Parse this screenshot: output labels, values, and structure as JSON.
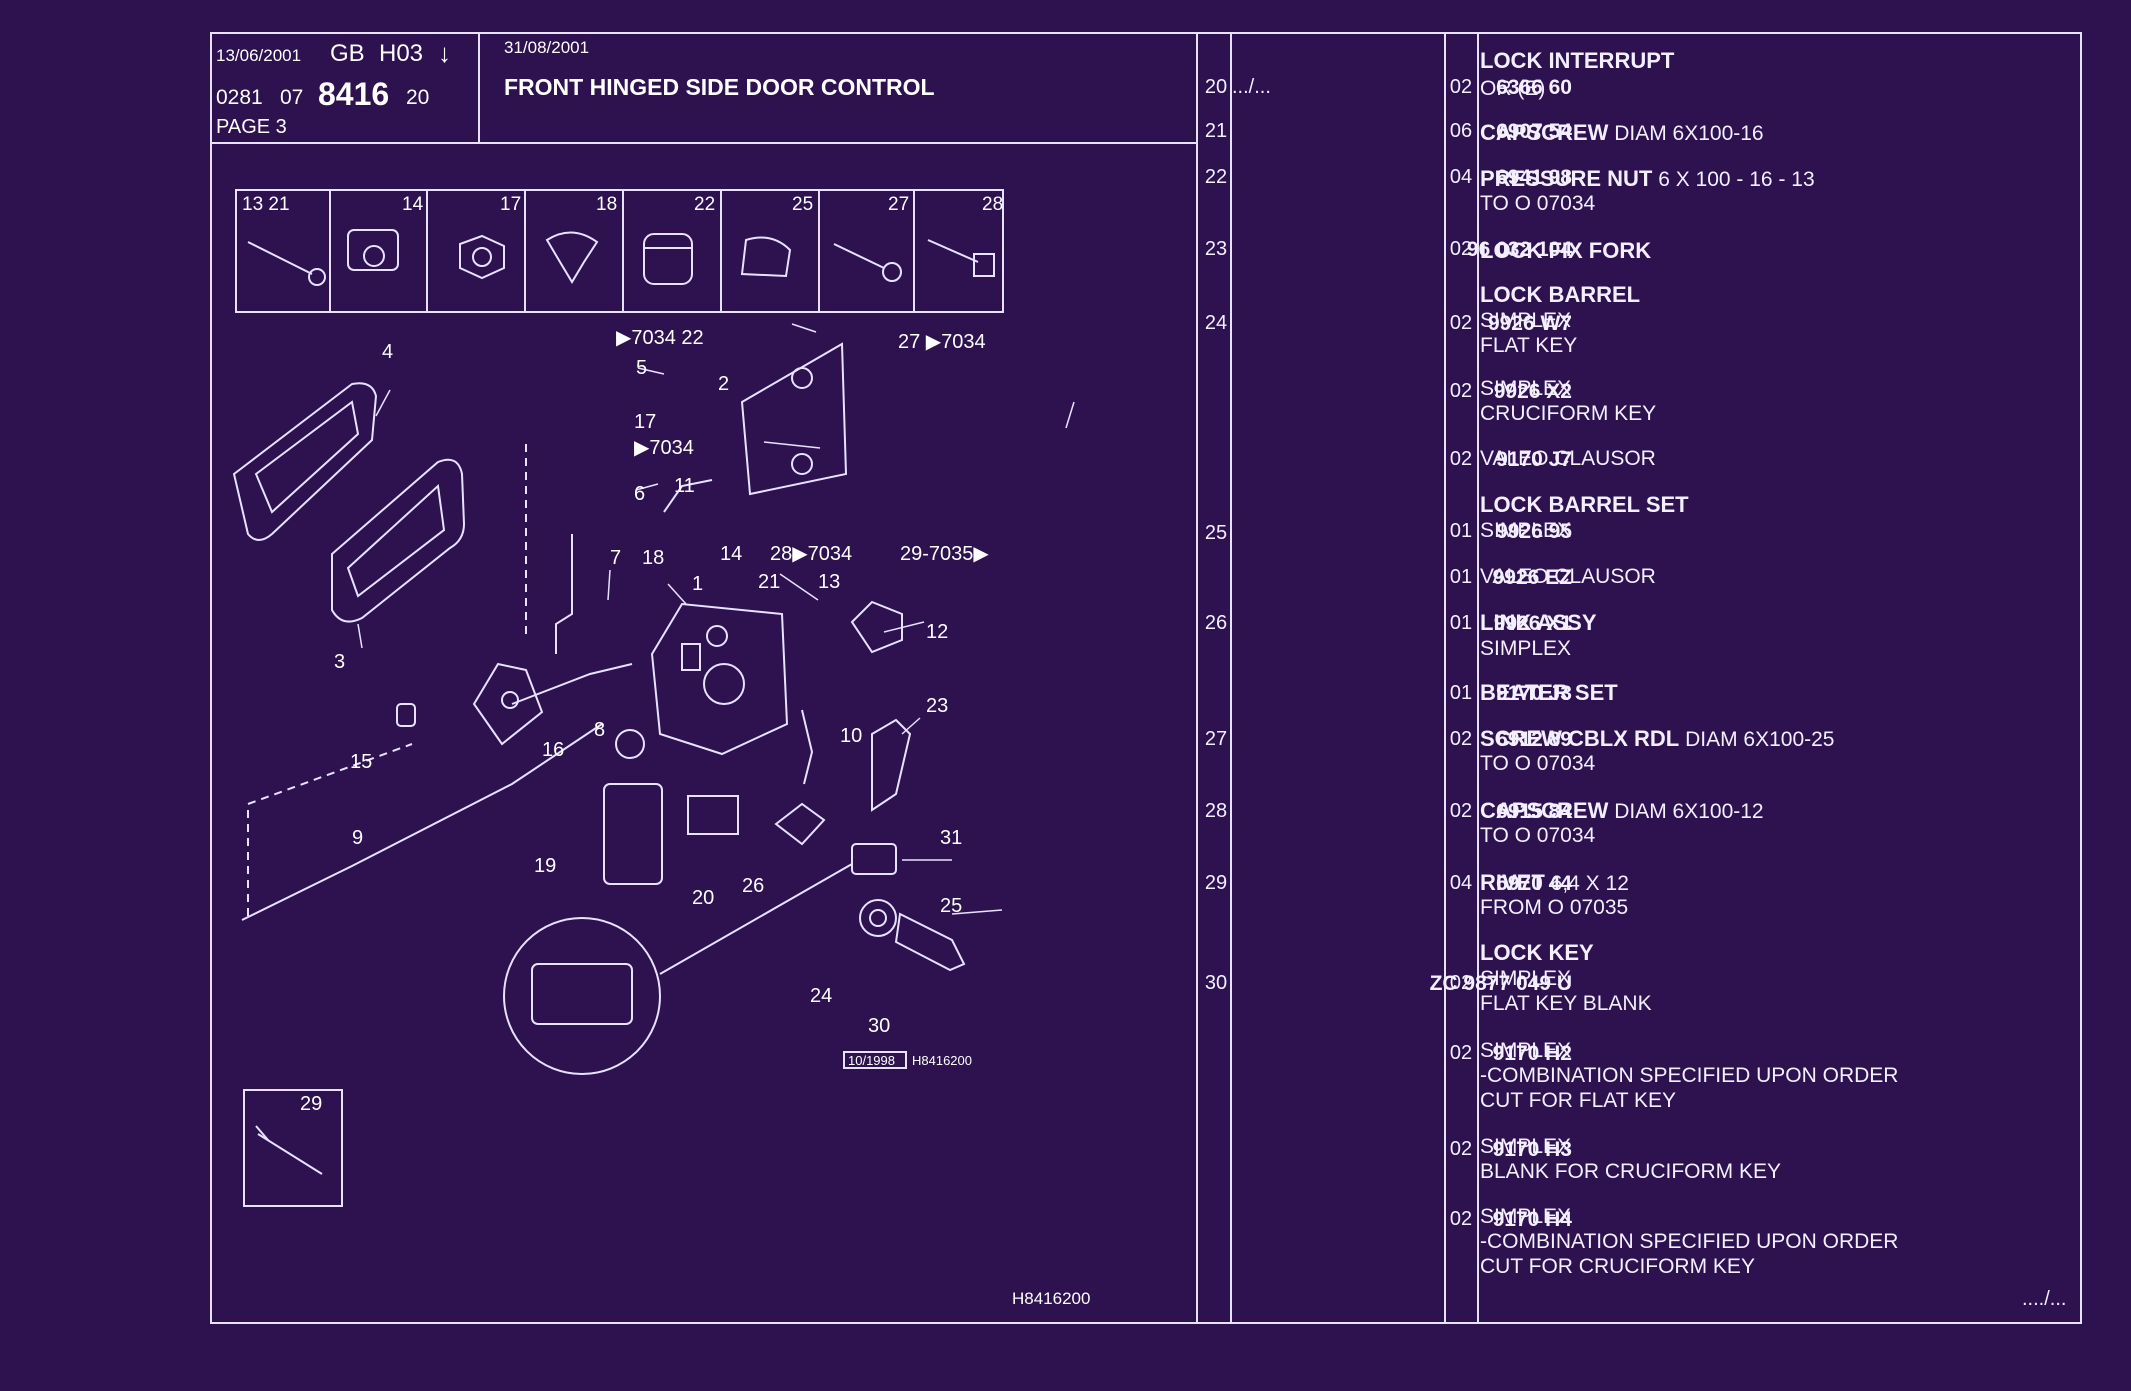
{
  "header": {
    "date_left": "13/06/2001",
    "country": "GB",
    "code": "H03",
    "arrow": "↓",
    "ref_a": "0281",
    "ref_b": "07",
    "ref_main": "8416",
    "ref_c": "20",
    "page": "PAGE 3",
    "date_right": "31/08/2001",
    "title": "FRONT HINGED SIDE DOOR CONTROL"
  },
  "thumbs": [
    {
      "nums": "13 21"
    },
    {
      "nums": "14"
    },
    {
      "nums": "17"
    },
    {
      "nums": "18"
    },
    {
      "nums": "22"
    },
    {
      "nums": "25"
    },
    {
      "nums": "27"
    },
    {
      "nums": "28"
    }
  ],
  "diagram": {
    "labels": [
      "4",
      "5",
      "6",
      "7",
      "3",
      "1",
      "2",
      "11",
      "14",
      "18",
      "21",
      "13",
      "12",
      "23",
      "10",
      "8",
      "15",
      "16",
      "9",
      "19",
      "20",
      "26",
      "31",
      "25",
      "24",
      "30"
    ],
    "callouts": [
      "▶7034 22",
      "27 ▶7034",
      "17",
      "▶7034",
      "28▶7034",
      "29-7035▶"
    ],
    "stamp_date": "10/1998",
    "stamp_code": "H8416200",
    "rivet_num": "29",
    "footer_code": "H8416200"
  },
  "parts": [
    {
      "ref": "20",
      "prefix": ".../...",
      "part": "6366 60",
      "qty": "02",
      "name": "LOCK INTERRUPT",
      "extra": "",
      "lines": [
        "OR (E)"
      ]
    },
    {
      "ref": "21",
      "prefix": "",
      "part": "6907 54",
      "qty": "06",
      "name": "CAPSCREW",
      "extra": "DIAM 6X100-16",
      "lines": []
    },
    {
      "ref": "22",
      "prefix": "",
      "part": "6941 98",
      "qty": "04",
      "name": "PRESSURE NUT",
      "extra": "6 X 100 - 16 - 13",
      "lines": [
        "TO  O  07034"
      ]
    },
    {
      "ref": "23",
      "prefix": "",
      "part": "96 032 104",
      "qty": "02",
      "name": "LOCK FIX FORK",
      "extra": "",
      "lines": []
    },
    {
      "ref": "24",
      "prefix": "",
      "part": "9926 W7",
      "qty": "02",
      "name": "LOCK BARREL",
      "extra": "",
      "lines": [
        "SIMPLEX",
        "FLAT KEY"
      ]
    },
    {
      "ref": "",
      "prefix": "",
      "part": "9926 X2",
      "qty": "02",
      "name": "",
      "extra": "",
      "lines": [
        "SIMPLEX",
        "CRUCIFORM KEY"
      ]
    },
    {
      "ref": "",
      "prefix": "",
      "part": "9170 J7",
      "qty": "02",
      "name": "",
      "extra": "",
      "lines": [
        "VALEO CLAUSOR"
      ]
    },
    {
      "ref": "25",
      "prefix": "",
      "part": "9926 95",
      "qty": "01",
      "name": "LOCK BARREL SET",
      "extra": "",
      "lines": [
        "SIMPLEX"
      ]
    },
    {
      "ref": "",
      "prefix": "",
      "part": "9926 EZ",
      "qty": "01",
      "name": "",
      "extra": "",
      "lines": [
        "VALEO CLAUSOR"
      ]
    },
    {
      "ref": "26",
      "prefix": "",
      "part": "9926 X1",
      "qty": "01",
      "name": "LINK ASSY",
      "extra": "",
      "lines": [
        "SIMPLEX"
      ]
    },
    {
      "ref": "",
      "prefix": "",
      "part": "9170 J3",
      "qty": "01",
      "name": "BEATER SET",
      "extra": "",
      "lines": []
    },
    {
      "ref": "27",
      "prefix": "",
      "part": "6912 89",
      "qty": "02",
      "name": "SCREW CBLX RDL",
      "extra": "DIAM 6X100-25",
      "lines": [
        "TO  O  07034"
      ]
    },
    {
      "ref": "28",
      "prefix": "",
      "part": "6915 84",
      "qty": "02",
      "name": "CAPSCREW",
      "extra": "DIAM 6X100-12",
      "lines": [
        "TO  O  07034"
      ]
    },
    {
      "ref": "29",
      "prefix": "",
      "part": "6970 44",
      "qty": "04",
      "name": "RIVET",
      "extra": "6,4 X 12",
      "lines": [
        "FROM  O  07035"
      ]
    },
    {
      "ref": "30",
      "prefix": "",
      "part": "ZC 9877 049 U",
      "qty": "02",
      "name": "LOCK KEY",
      "extra": "",
      "lines": [
        "SIMPLEX",
        "FLAT KEY BLANK"
      ]
    },
    {
      "ref": "",
      "prefix": "",
      "part": "9170 H2",
      "qty": "02",
      "name": "",
      "extra": "",
      "lines": [
        "SIMPLEX",
        "-COMBINATION SPECIFIED UPON ORDER",
        "CUT FOR FLAT KEY"
      ]
    },
    {
      "ref": "",
      "prefix": "",
      "part": "9170 H3",
      "qty": "02",
      "name": "",
      "extra": "",
      "lines": [
        "SIMPLEX",
        "BLANK FOR CRUCIFORM KEY"
      ]
    },
    {
      "ref": "",
      "prefix": "",
      "part": "9170 H4",
      "qty": "02",
      "name": "",
      "extra": "",
      "lines": [
        "SIMPLEX",
        "-COMBINATION SPECIFIED UPON ORDER",
        "CUT FOR CRUCIFORM KEY"
      ]
    }
  ],
  "continued": "..../...",
  "colors": {
    "background": "#2d124f",
    "lines": "#e8e2ff",
    "text": "#f3efff"
  }
}
